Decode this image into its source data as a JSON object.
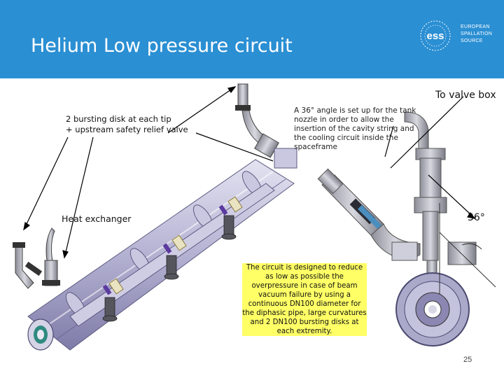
{
  "slide": {
    "title": "Helium Low pressure circuit",
    "page_number": "25"
  },
  "logo": {
    "mark": "ess",
    "line1": "EUROPEAN",
    "line2": "SPALLATION",
    "line3": "SOURCE"
  },
  "labels": {
    "valve_box": "To valve box",
    "bursting_line1": "2 bursting disk at each tip",
    "bursting_line2": "+ upstream safety relief valve",
    "angle_note": "A 36° angle is set up for the tank nozzle in order to allow the insertion of the cavity string and the cooling circuit inside the spaceframe",
    "heat_exchanger": "Heat exchanger",
    "angle_value": "36°"
  },
  "note": {
    "text": "The circuit is designed to reduce as low as possible the overpressure in case of beam vacuum failure by using a continuous DN100 diameter for the diphasic pipe, large curvatures and 2 DN100 bursting disks at each extremity."
  },
  "colors": {
    "header_bg": "#2b8fd3",
    "note_bg": "#ffff66",
    "pipe": "#b9b7d6",
    "pipe_dark": "#7a77a6"
  }
}
